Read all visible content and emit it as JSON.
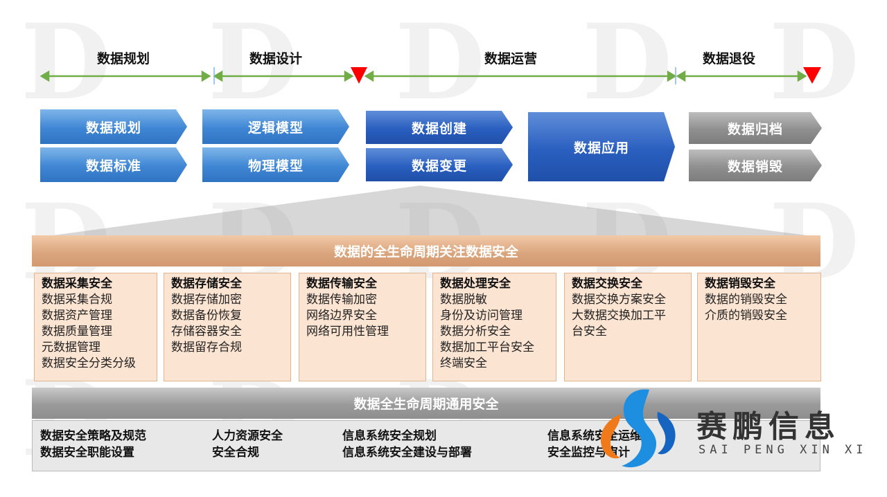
{
  "phases": [
    "数据规划",
    "数据设计",
    "数据运营",
    "数据退役"
  ],
  "chevrons": {
    "c1": [
      "数据规划",
      "数据标准"
    ],
    "c2": [
      "逻辑模型",
      "物理模型"
    ],
    "c3": [
      "数据创建",
      "数据变更"
    ],
    "c4": "数据应用",
    "c5": [
      "数据归档",
      "数据销毁"
    ]
  },
  "band_top": "数据的全生命周期关注数据安全",
  "columns": [
    {
      "title": "数据采集安全",
      "items": [
        "数据采集合规",
        "数据资产管理",
        "数据质量管理",
        "元数据管理",
        "数据安全分类分级"
      ]
    },
    {
      "title": "数据存储安全",
      "items": [
        "数据存储加密",
        "数据备份恢复",
        "存储容器安全",
        "数据留存合规"
      ]
    },
    {
      "title": "数据传输安全",
      "items": [
        "数据传输加密",
        "网络边界安全",
        "网络可用性管理"
      ]
    },
    {
      "title": "数据处理安全",
      "items": [
        "数据脱敏",
        "身份及访问管理",
        "数据分析安全",
        "数据加工平台安全",
        "终端安全"
      ]
    },
    {
      "title": "数据交换安全",
      "items": [
        "数据交换方案安全",
        "大数据交换加工平",
        "台安全"
      ]
    },
    {
      "title": "数据销毁安全",
      "items": [
        "数据的销毁安全",
        "介质的销毁安全"
      ]
    }
  ],
  "band_bottom": "数据全生命周期通用安全",
  "bottom_items": [
    [
      "数据安全策略及规范",
      "数据安全职能设置"
    ],
    [
      "人力资源安全",
      "安全合规"
    ],
    [
      "信息系统安全规划",
      "信息系统安全建设与部署"
    ],
    [
      "信息系统安全运维",
      "安全监控与审计"
    ]
  ],
  "logo": {
    "name": "赛鹏信息",
    "sub": "SAI PENG XIN XI"
  },
  "colors": {
    "arrow": "#70ad47",
    "marker": "#ff0000",
    "light_blue": "#3f86d4",
    "dark_blue": "#2a5fc0",
    "gray": "#8f8f8f",
    "peach": "#fce4d2"
  }
}
